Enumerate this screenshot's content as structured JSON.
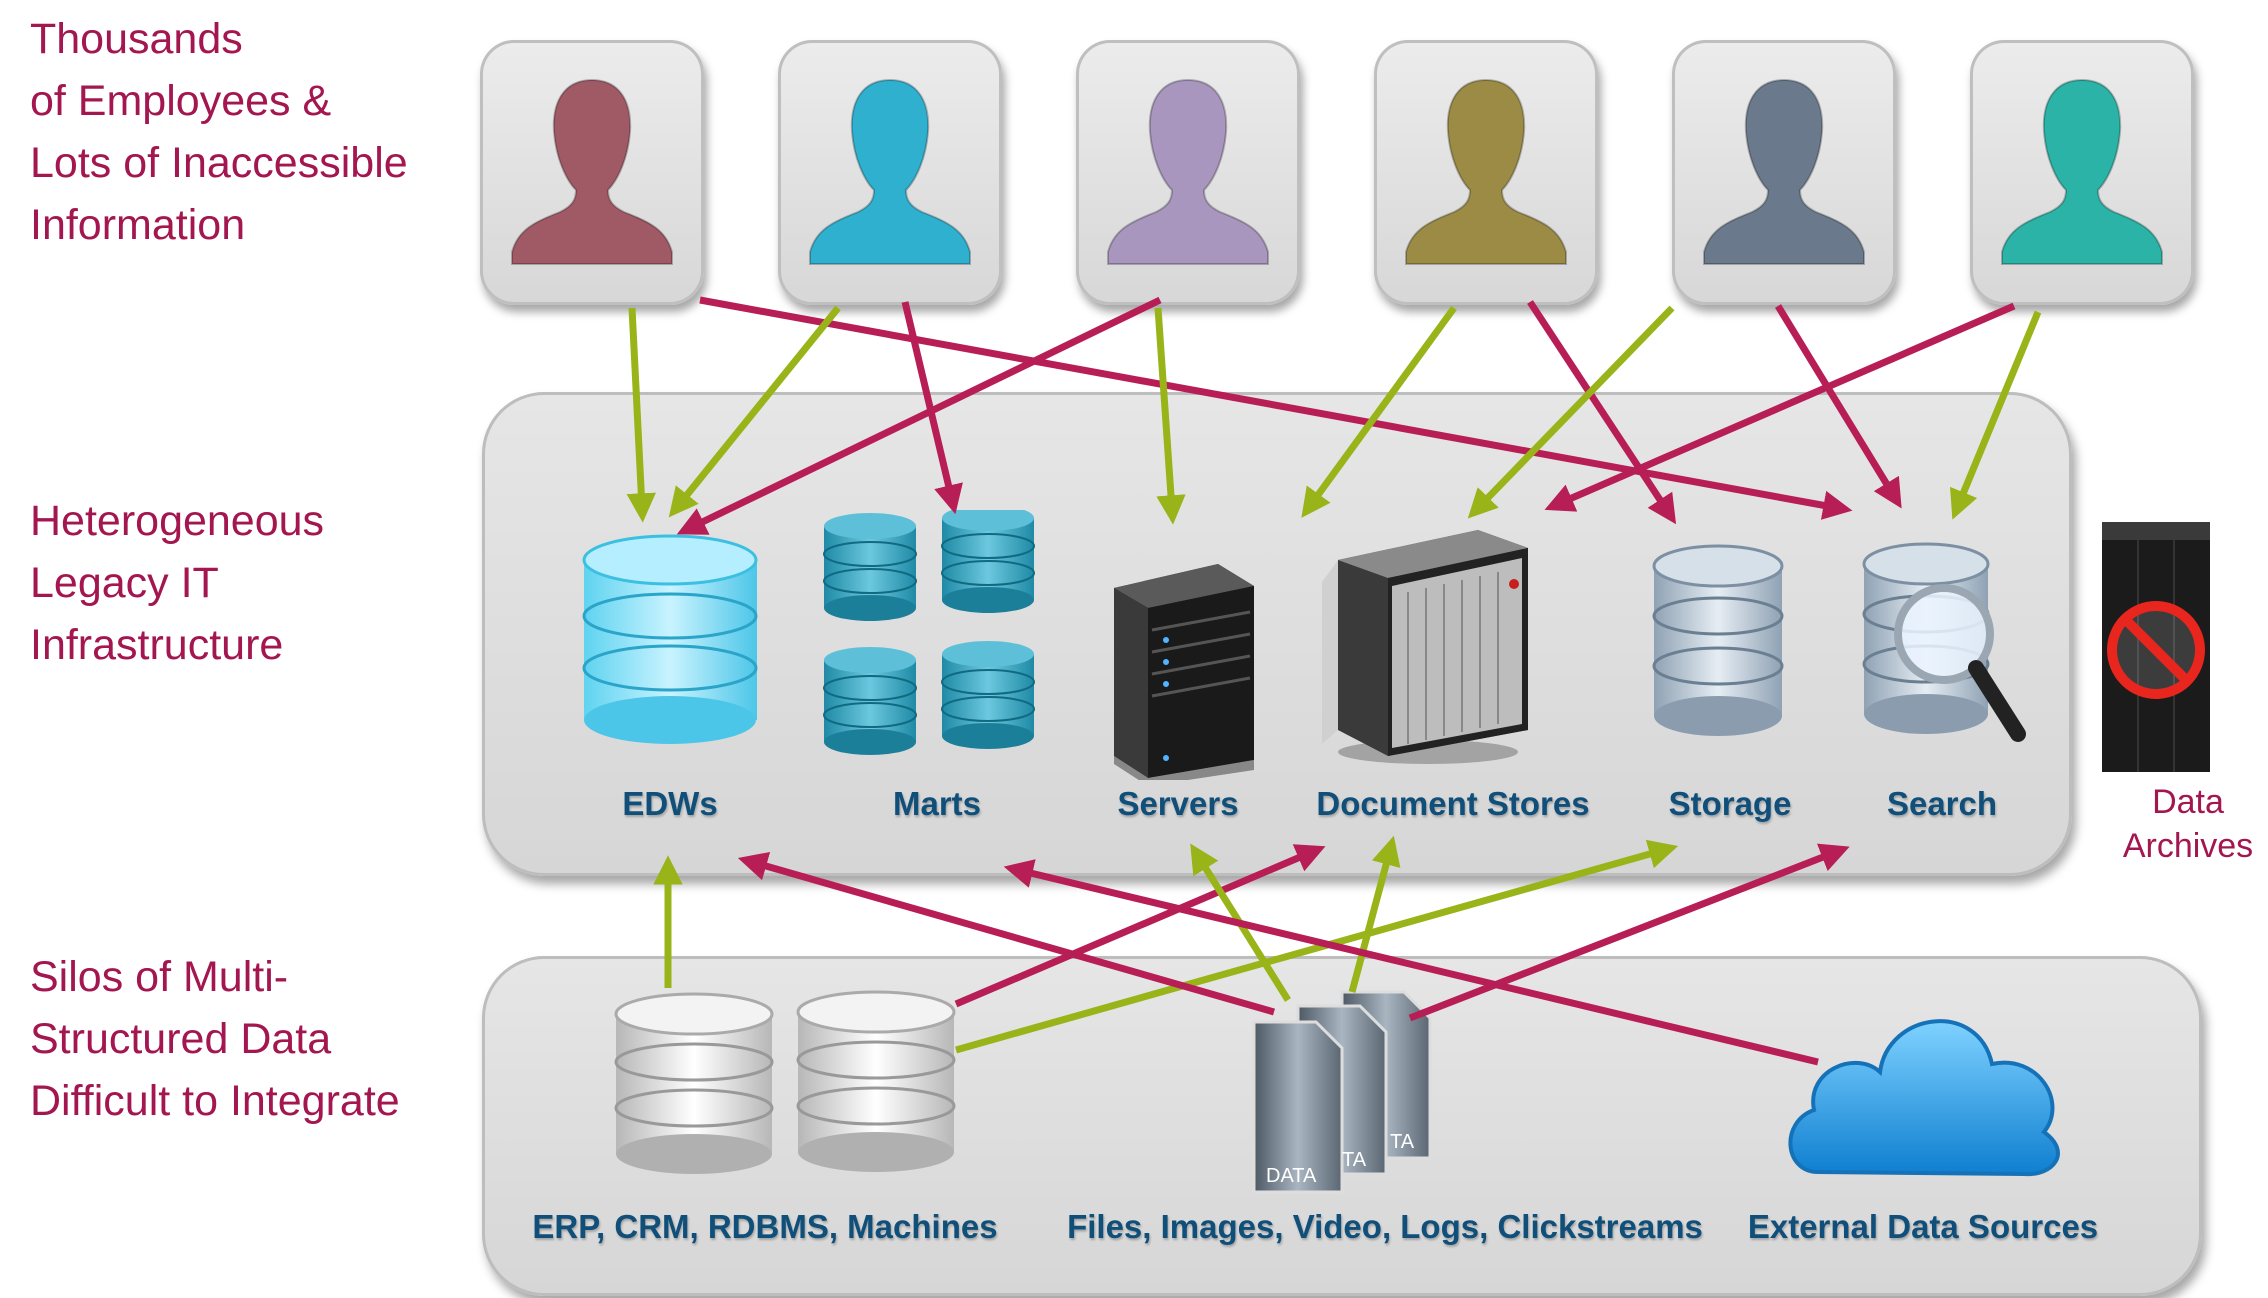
{
  "labels": {
    "employees": "Thousands\nof Employees &\nLots of Inaccessible\nInformation",
    "legacy": "Heterogeneous\nLegacy IT\nInfrastructure",
    "silos": "Silos of Multi-\nStructured Data\nDifficult to Integrate"
  },
  "users": [
    {
      "color": "#a05a66"
    },
    {
      "color": "#2fb0cf"
    },
    {
      "color": "#a896bf"
    },
    {
      "color": "#9b8b45"
    },
    {
      "color": "#6a7a8c"
    },
    {
      "color": "#2ab3a6"
    }
  ],
  "infrastructure": {
    "edws": "EDWs",
    "marts": "Marts",
    "servers": "Servers",
    "document_stores": "Document  Stores",
    "storage": "Storage",
    "search": "Search"
  },
  "archives": {
    "label": "Data\nArchives"
  },
  "sources": {
    "erp": "ERP, CRM, RDBMS, Machines",
    "files": "Files, Images, Video, Logs, Clickstreams",
    "external": "External Data Sources",
    "doc_label_front": "DATA",
    "doc_label_back1": "TA",
    "doc_label_back2": "TA"
  },
  "colors": {
    "label": "#a3164f",
    "caption": "#0f4f7a",
    "green_arrow": "#98b418",
    "red_arrow": "#b81e56"
  }
}
